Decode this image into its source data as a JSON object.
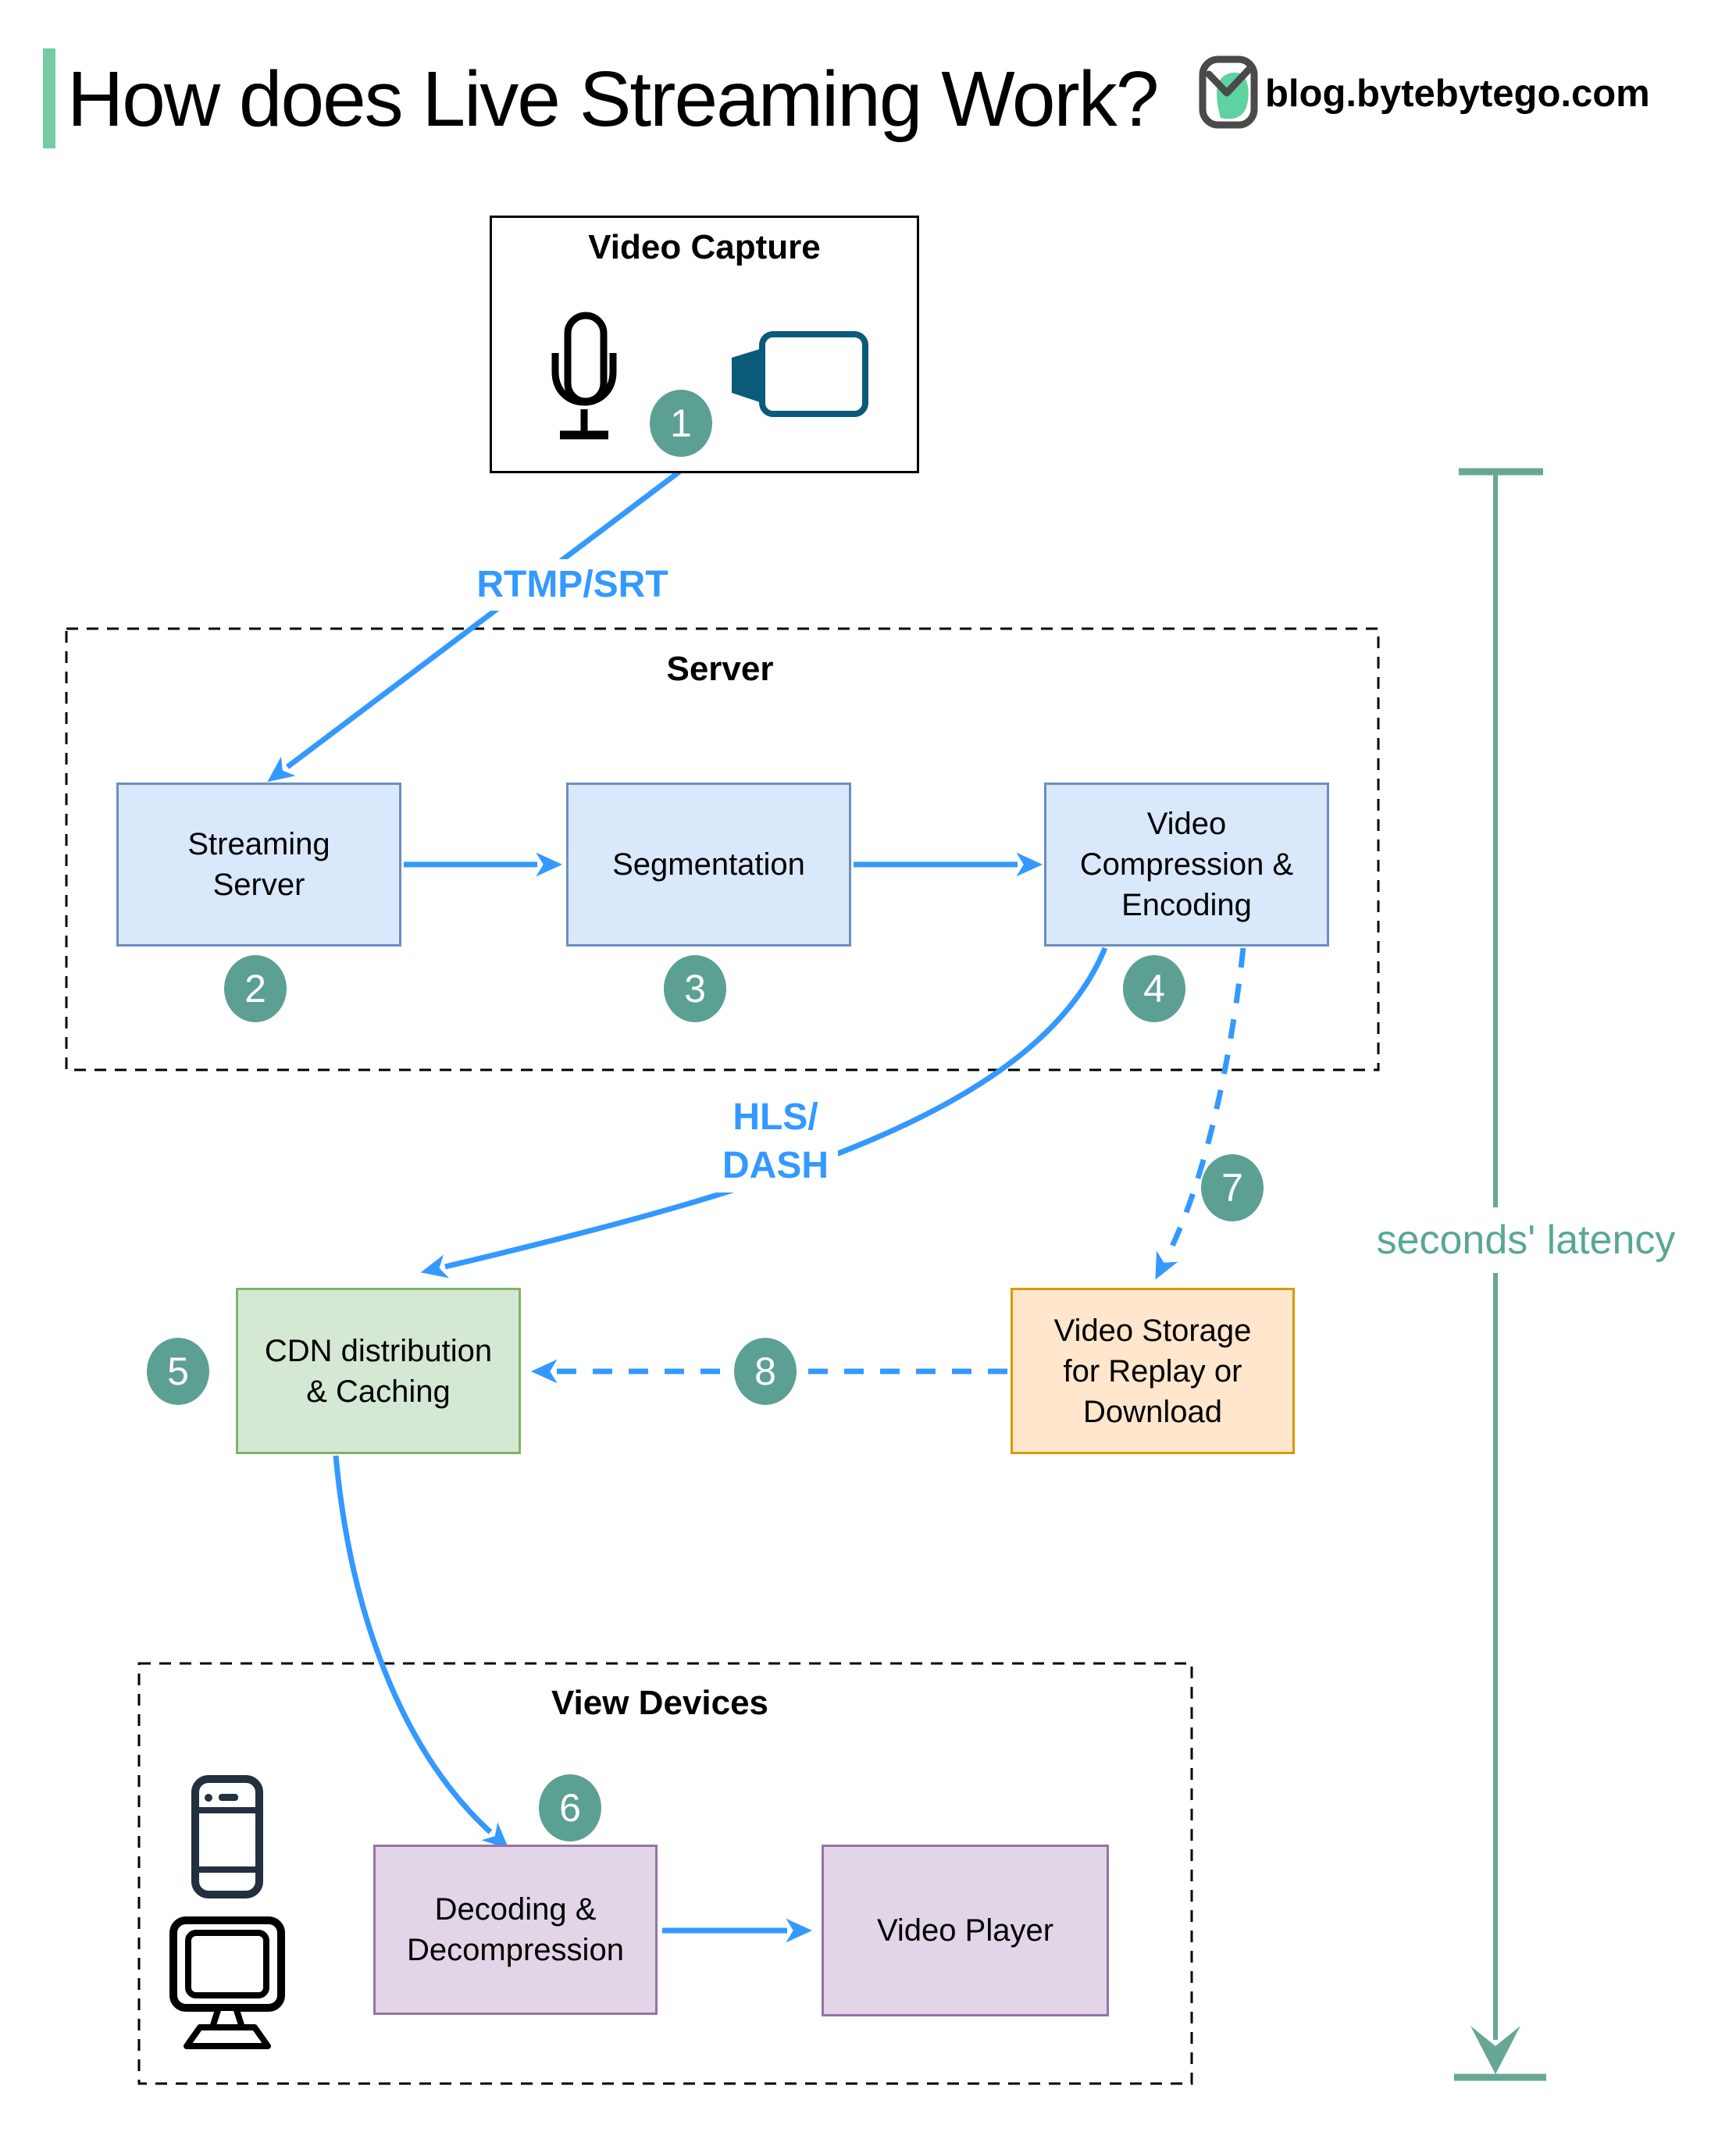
{
  "header": {
    "title": "How does Live Streaming Work?",
    "logo_text": "blog.bytebytego.com",
    "accent_color": "#74cba4"
  },
  "colors": {
    "arrow_blue": "#3399ff",
    "node_blue_fill": "#dae8fc",
    "node_blue_border": "#6c8ebf",
    "node_green_fill": "#d5e8d4",
    "node_green_border": "#82b366",
    "node_orange_fill": "#ffe6cc",
    "node_orange_border": "#d79b00",
    "node_purple_fill": "#e1d5e7",
    "node_purple_border": "#9673a6",
    "step_circle_fill": "#5ca093",
    "latency_teal": "#67a795",
    "camera_icon_color": "#0b5a7a",
    "phone_icon_color": "#22303f"
  },
  "nodes": {
    "video_capture": {
      "label": "Video Capture"
    },
    "server_group": {
      "label": "Server"
    },
    "streaming_server": {
      "label": "Streaming\nServer"
    },
    "segmentation": {
      "label": "Segmentation"
    },
    "compression": {
      "label": "Video\nCompression &\nEncoding"
    },
    "cdn": {
      "label": "CDN distribution\n& Caching"
    },
    "storage": {
      "label": "Video Storage\nfor Replay or\nDownload"
    },
    "view_devices_group": {
      "label": "View Devices"
    },
    "decoding": {
      "label": "Decoding &\nDecompression"
    },
    "video_player": {
      "label": "Video Player"
    }
  },
  "edge_labels": {
    "ingest_protocol": "RTMP/SRT",
    "delivery_protocol": "HLS/\nDASH"
  },
  "annotations": {
    "latency": "seconds' latency"
  },
  "steps": [
    "1",
    "2",
    "3",
    "4",
    "5",
    "6",
    "7",
    "8"
  ]
}
